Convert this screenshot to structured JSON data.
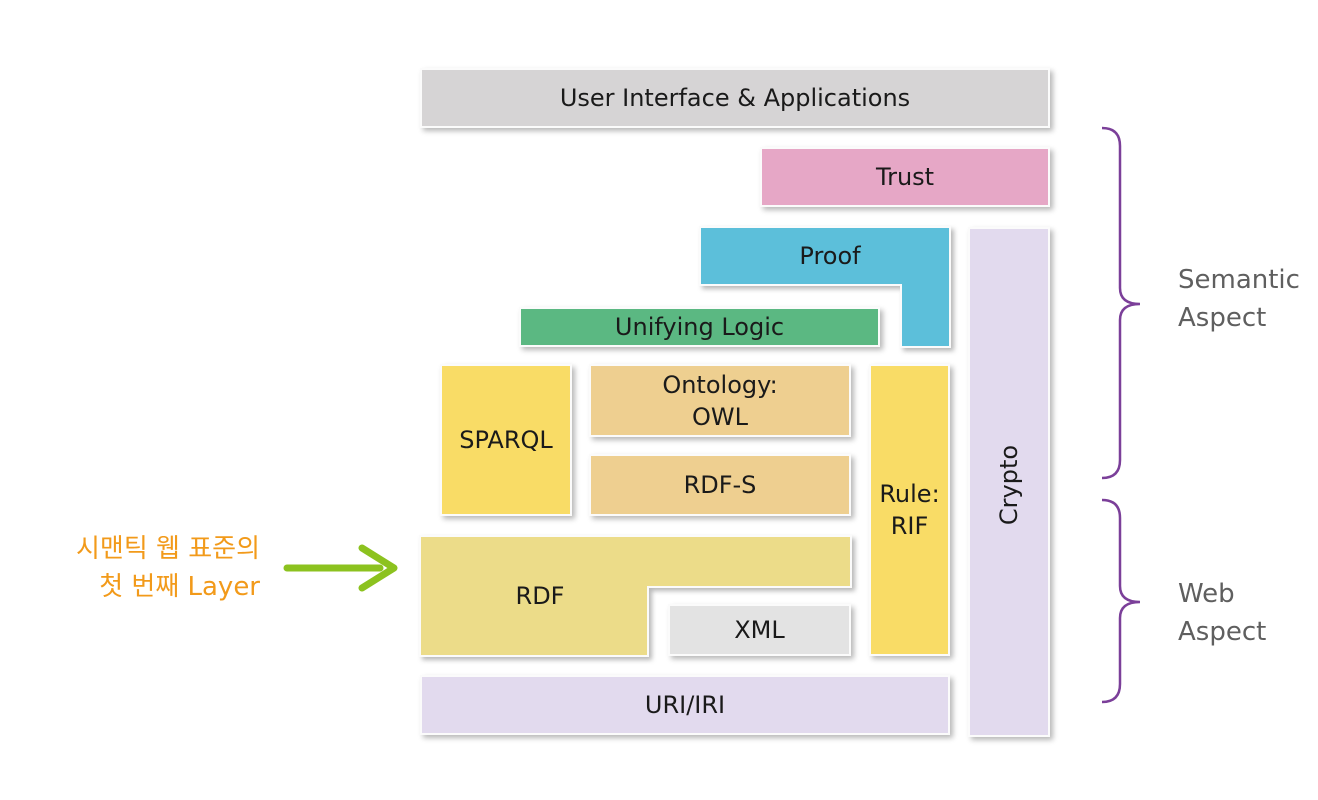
{
  "layers": {
    "ui": "User Interface & Applications",
    "trust": "Trust",
    "proof": "Proof",
    "unifying_logic": "Unifying Logic",
    "sparql": "SPARQL",
    "ontology_line1": "Ontology:",
    "ontology_line2": "OWL",
    "rdfs": "RDF-S",
    "rule_line1": "Rule:",
    "rule_line2": "RIF",
    "rdf": "RDF",
    "xml": "XML",
    "uri": "URI/IRI",
    "crypto": "Crypto"
  },
  "aspects": {
    "semantic_line1": "Semantic",
    "semantic_line2": "Aspect",
    "web_line1": "Web",
    "web_line2": "Aspect"
  },
  "annotation": {
    "line1": "시맨틱 웹 표준의",
    "line2": "첫 번째 Layer"
  },
  "colors": {
    "ui": "#d6d4d5",
    "trust": "#e6a7c6",
    "proof": "#5cbfda",
    "unifying_logic": "#5bb882",
    "sparql": "#f9dc66",
    "ontology": "#eecf90",
    "rule": "#f9dc66",
    "rdf": "#ecdc89",
    "xml": "#e3e3e3",
    "uri": "#e2daee",
    "crypto": "#e2daee",
    "bracket": "#7b3f99",
    "arrow": "#8cc21f",
    "annotation_text": "#f29a1a",
    "aspect_text": "#5f5f5f"
  }
}
